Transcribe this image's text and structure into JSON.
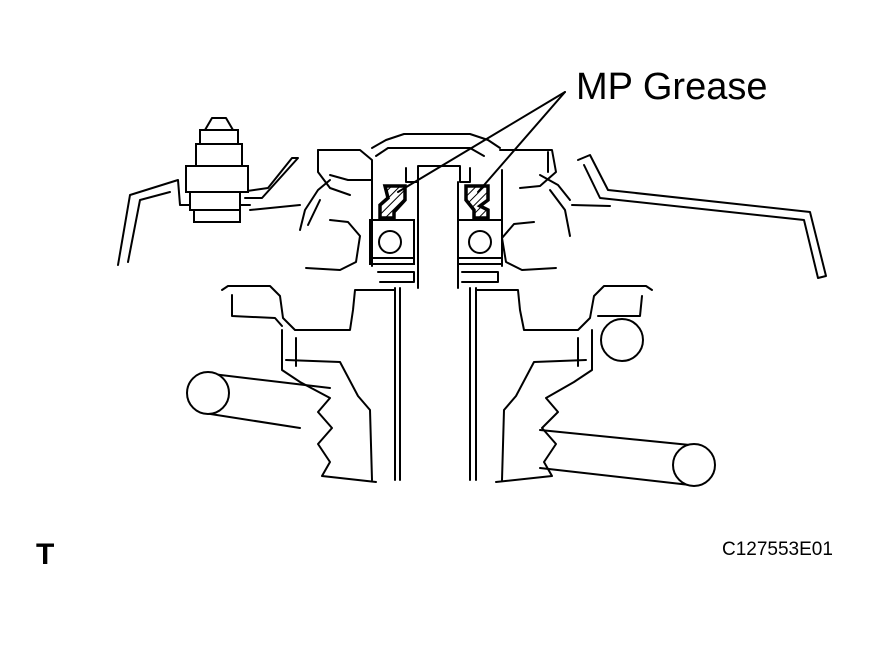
{
  "callout": {
    "label": "MP Grease"
  },
  "corner_mark": "T",
  "figure_code": "C127553E01",
  "colors": {
    "line": "#000000",
    "background": "#ffffff"
  }
}
